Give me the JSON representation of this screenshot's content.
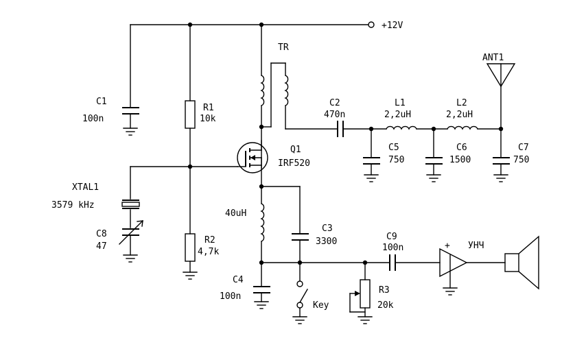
{
  "supply": {
    "label": "+12V"
  },
  "components": {
    "c1": {
      "ref": "C1",
      "value": "100n"
    },
    "r1": {
      "ref": "R1",
      "value": "10k"
    },
    "tr": {
      "ref": "TR"
    },
    "c2": {
      "ref": "C2",
      "value": "470n"
    },
    "l1": {
      "ref": "L1",
      "value": "2,2uH"
    },
    "l2": {
      "ref": "L2",
      "value": "2,2uH"
    },
    "ant": {
      "ref": "ANT1"
    },
    "c5": {
      "ref": "C5",
      "value": "750"
    },
    "c6": {
      "ref": "C6",
      "value": "1500"
    },
    "c7": {
      "ref": "C7",
      "value": "750"
    },
    "q1": {
      "ref": "Q1",
      "value": "IRF520"
    },
    "xtal": {
      "ref": "XTAL1",
      "value": "3579 kHz"
    },
    "c8": {
      "ref": "C8",
      "value": "47"
    },
    "r2": {
      "ref": "R2",
      "value": "4,7k"
    },
    "choke": {
      "value": "40uH"
    },
    "c3": {
      "ref": "C3",
      "value": "3300"
    },
    "c9": {
      "ref": "C9",
      "value": "100n"
    },
    "amp": {
      "label": "УНЧ",
      "plus": "+"
    },
    "c4": {
      "ref": "C4",
      "value": "100n"
    },
    "key": {
      "label": "Key"
    },
    "r3": {
      "ref": "R3",
      "value": "20k"
    }
  }
}
